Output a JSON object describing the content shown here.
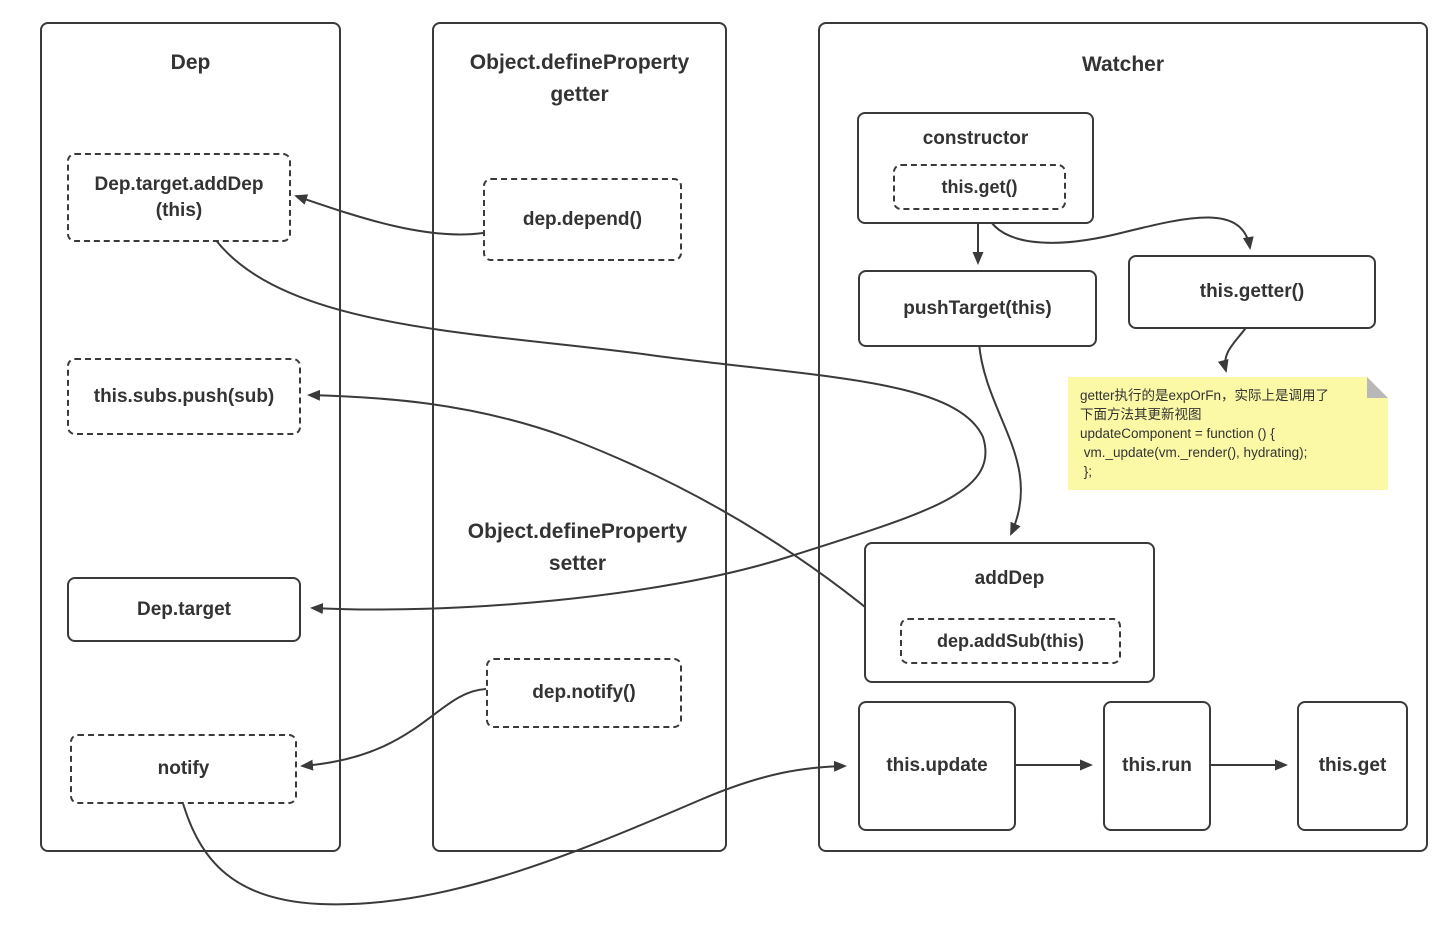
{
  "meta": {
    "background": "#ffffff",
    "stroke_color": "#3a3a3a",
    "text_color": "#333333",
    "note_fill": "#fbf8a6",
    "note_fold_color": "#b8b8b8"
  },
  "panels": {
    "dep": {
      "title": "Dep"
    },
    "getter": {
      "title_line1": "Object.defineProperty",
      "title_line2": "getter"
    },
    "watcher": {
      "title": "Watcher"
    }
  },
  "nodes": {
    "dep_target_adddep": {
      "line1": "Dep.target.addDep",
      "line2": "(this)"
    },
    "subs_push": {
      "label": "this.subs.push(sub)"
    },
    "dep_target": {
      "label": "Dep.target"
    },
    "notify": {
      "label": "notify"
    },
    "dep_depend": {
      "label": "dep.depend()"
    },
    "setter_heading": {
      "line1": "Object.defineProperty",
      "line2": "setter"
    },
    "dep_notify": {
      "label": "dep.notify()"
    },
    "constructor": {
      "label": "constructor"
    },
    "this_get_inner": {
      "label": "this.get()"
    },
    "push_target": {
      "label": "pushTarget(this)"
    },
    "this_getter": {
      "label": "this.getter()"
    },
    "adddep": {
      "label": "addDep"
    },
    "dep_addsub": {
      "label": "dep.addSub(this)"
    },
    "this_update": {
      "label": "this.update"
    },
    "this_run": {
      "label": "this.run"
    },
    "this_get": {
      "label": "this.get"
    }
  },
  "note": {
    "lines": [
      "getter执行的是expOrFn，实际上是调用了",
      "下面方法其更新视图",
      "updateComponent = function () {",
      " vm._update(vm._render(), hydrating);",
      " };"
    ]
  },
  "edges": [
    {
      "from": "dep.depend()",
      "to": "Dep.target.addDep (this)"
    },
    {
      "from": "Dep.target.addDep (this)",
      "to": "Dep.target"
    },
    {
      "from": "dep.addSub(this)",
      "to": "this.subs.push(sub)"
    },
    {
      "from": "this.get()",
      "to": "pushTarget(this)"
    },
    {
      "from": "this.get()",
      "to": "this.getter()"
    },
    {
      "from": "this.getter()",
      "to": "note"
    },
    {
      "from": "pushTarget(this)",
      "to": "addDep"
    },
    {
      "from": "dep.notify()",
      "to": "notify"
    },
    {
      "from": "notify",
      "to": "this.update"
    },
    {
      "from": "this.update",
      "to": "this.run"
    },
    {
      "from": "this.run",
      "to": "this.get"
    }
  ]
}
